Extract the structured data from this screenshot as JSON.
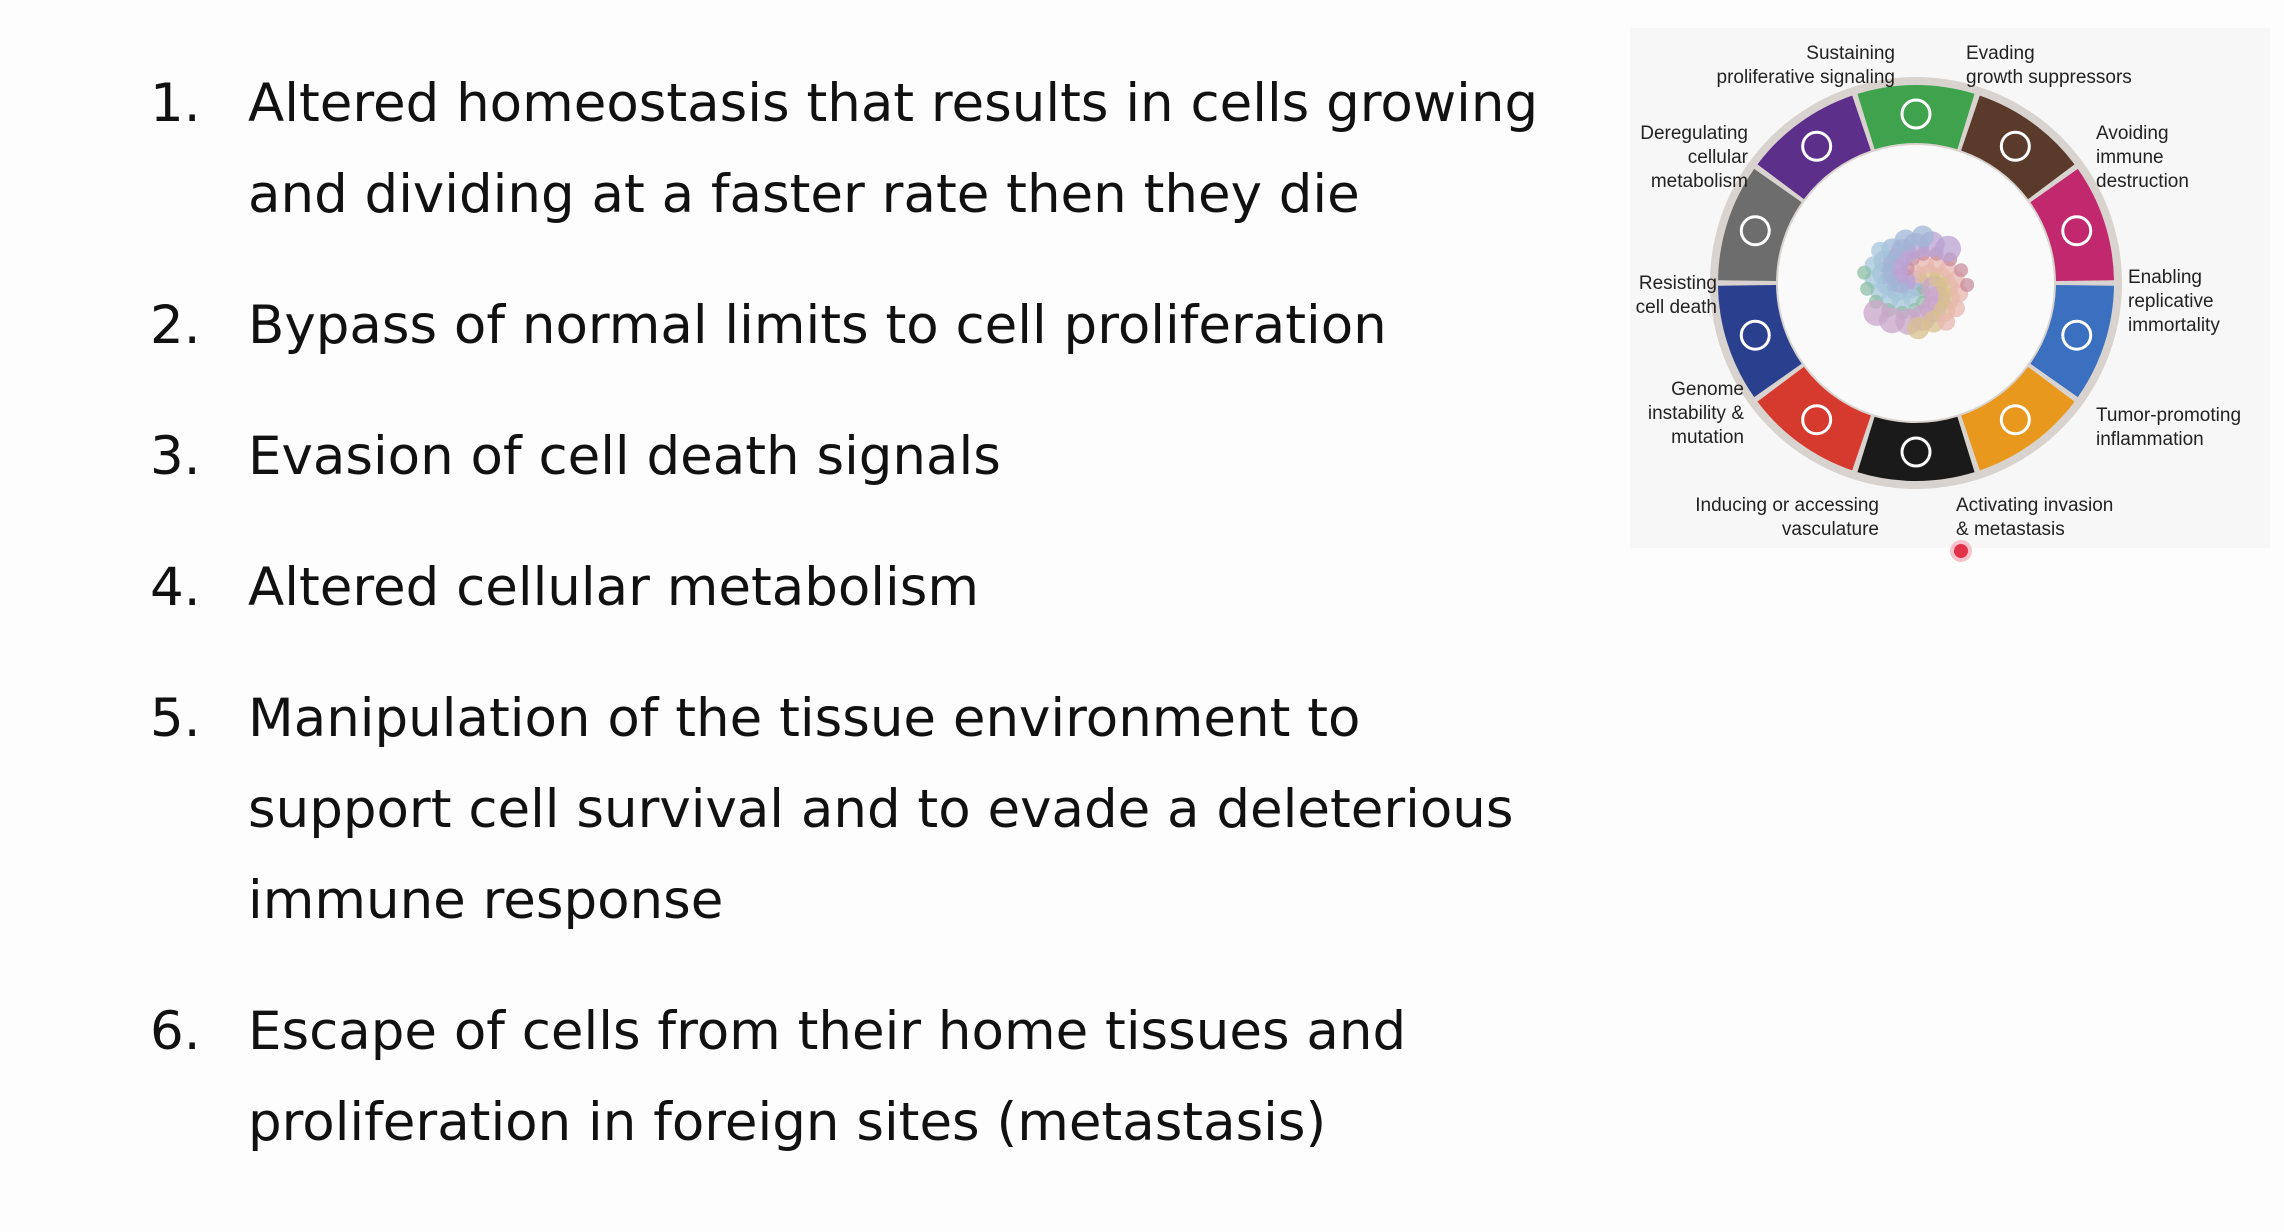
{
  "slide": {
    "items": [
      {
        "number": "1.",
        "text": "Altered homeostasis that results in cells growing and dividing at a faster rate then they die"
      },
      {
        "number": "2.",
        "text": "Bypass of normal limits to cell proliferation"
      },
      {
        "number": "3.",
        "text": "Evasion of cell death signals"
      },
      {
        "number": "4.",
        "text": "Altered cellular metabolism"
      },
      {
        "number": "5.",
        "text": "Manipulation of the tissue environment to support cell survival and to evade a deleterious immune response"
      },
      {
        "number": "6.",
        "text": "Escape of cells from their home tissues and proliferation in foreign sites (metastasis)"
      }
    ]
  },
  "figure": {
    "hallmarks": [
      {
        "label": "Sustaining\nproliferative signaling",
        "color": "#3fa34d",
        "icon": "arrow-icon"
      },
      {
        "label": "Evading\ngrowth suppressors",
        "color": "#5a3a2a",
        "icon": "prohibited-icon"
      },
      {
        "label": "Avoiding\nimmune\ndestruction",
        "color": "#c2286e",
        "icon": "immune-cell-icon"
      },
      {
        "label": "Enabling\nreplicative\nimmortality",
        "color": "#3b6fc0",
        "icon": "infinity-icon"
      },
      {
        "label": "Tumor-promoting\ninflammation",
        "color": "#e8981c",
        "icon": "flame-icon"
      },
      {
        "label": "Activating invasion\n& metastasis",
        "color": "#1a1a1a",
        "icon": "invading-cell-icon"
      },
      {
        "label": "Inducing or accessing\nvasculature",
        "color": "#d63a2e",
        "icon": "vessel-icon"
      },
      {
        "label": "Genome\ninstability &\nmutation",
        "color": "#2b3f8f",
        "icon": "dna-icon"
      },
      {
        "label": "Resisting\ncell death",
        "color": "#6d6d6d",
        "icon": "cross-icon"
      },
      {
        "label": "Deregulating\ncellular\nmetabolism",
        "color": "#5b2f8a",
        "icon": "atom-icon"
      }
    ]
  }
}
